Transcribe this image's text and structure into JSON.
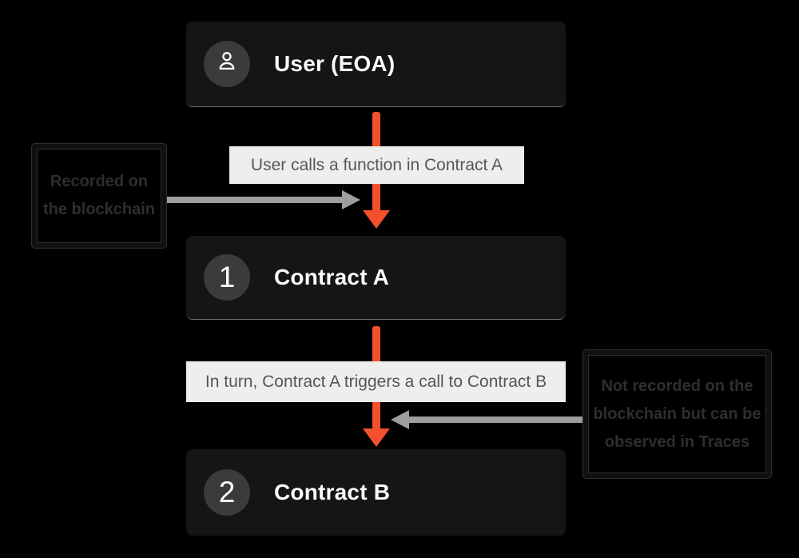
{
  "colors": {
    "background": "#000000",
    "box_bg": "#151515",
    "box_title": "#FAFAFA",
    "circle_bg": "#3B3B3B",
    "accent_orange": "#F4502D",
    "arrow_gray": "#9E9E9E",
    "label_bg": "#EEEEEE",
    "label_text": "#565656",
    "note_text": "#2E2E2E"
  },
  "nodes": [
    {
      "title": "User (EOA)",
      "icon": "user-icon"
    },
    {
      "title": "Contract A",
      "badge": "1"
    },
    {
      "title": "Contract B",
      "badge": "2"
    }
  ],
  "edges": [
    {
      "label": "User calls a function in Contract A"
    },
    {
      "label": "In turn, Contract A triggers a call to Contract B"
    }
  ],
  "notes": [
    {
      "text": "Recorded on the blockchain"
    },
    {
      "text": "Not recorded on the blockchain but can be observed in Traces"
    }
  ]
}
